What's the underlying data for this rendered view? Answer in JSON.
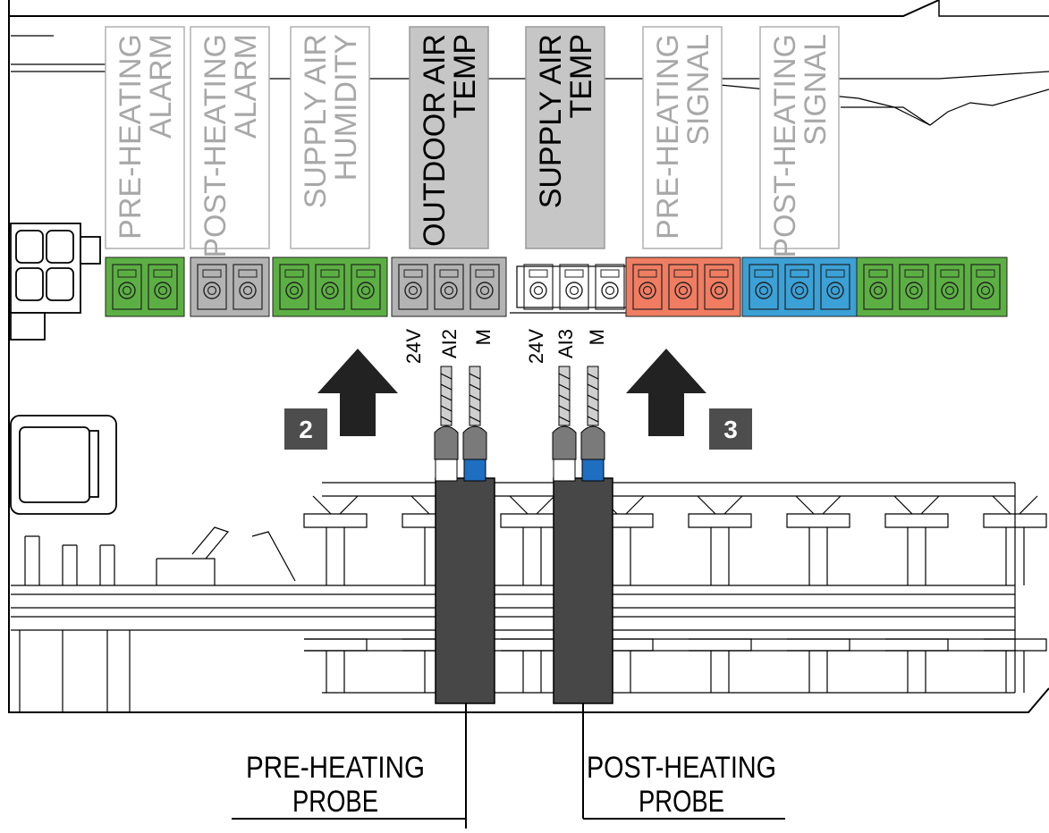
{
  "labels": [
    {
      "text": [
        "PRE-HEATING",
        "ALARM"
      ],
      "active": false
    },
    {
      "text": [
        "POST-HEATING",
        "ALARM"
      ],
      "active": false
    },
    {
      "text": [
        "SUPPLY AIR",
        "HUMIDITY"
      ],
      "active": false
    },
    {
      "text": [
        "OUTDOOR AIR",
        "TEMP"
      ],
      "active": true
    },
    {
      "text": [
        "SUPPLY AIR",
        "TEMP"
      ],
      "active": true
    },
    {
      "text": [
        "PRE-HEATING",
        "SIGNAL"
      ],
      "active": false
    },
    {
      "text": [
        "POST-HEATING",
        "SIGNAL"
      ],
      "active": false
    }
  ],
  "terminals": [
    {
      "color": "#5cb043",
      "pins": 2
    },
    {
      "color": "#b3b3b3",
      "pins": 2
    },
    {
      "color": "#5cb043",
      "pins": 3
    },
    {
      "color": "#b3b3b3",
      "pins": 3
    },
    {
      "color": "#ffffff",
      "pins": 3
    },
    {
      "color": "#f07d62",
      "pins": 3
    },
    {
      "color": "#3ba1d6",
      "pins": 3
    },
    {
      "color": "#5cb043",
      "pins": 4
    }
  ],
  "pin_labels_a": [
    "24V",
    "AI2",
    "M"
  ],
  "pin_labels_b": [
    "24V",
    "AI3",
    "M"
  ],
  "steps": [
    "2",
    "3"
  ],
  "callouts": {
    "pre_line1": "PRE-HEATING",
    "pre_line2": "PROBE",
    "post_line1": "POST-HEATING",
    "post_line2": "PROBE"
  },
  "colors": {
    "label_active_fill": "#c6c6c6",
    "label_inactive_text": "#a8a8a8",
    "cable": "#474747",
    "wire_blue": "#1f6fc0",
    "badge": "#4d4d4d",
    "arrow": "#222222"
  }
}
